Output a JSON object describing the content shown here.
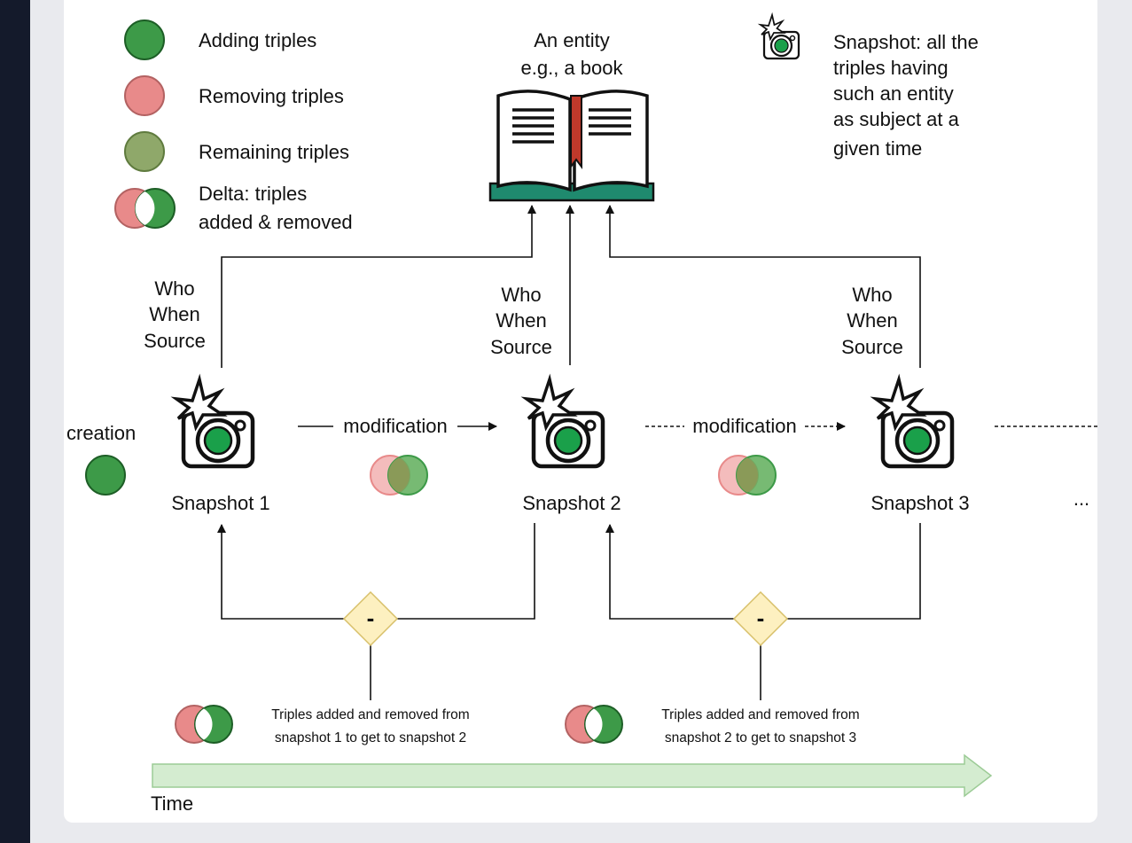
{
  "legend": {
    "adding": "Adding triples",
    "removing": "Removing triples",
    "remaining": "Remaining triples",
    "delta_line1": "Delta: triples",
    "delta_line2": "added & removed"
  },
  "entity": {
    "line1": "An entity",
    "line2": "e.g., a book"
  },
  "snapshot_legend": [
    "Snapshot: all the",
    "triples having",
    "such an entity",
    "as subject at a",
    "given time"
  ],
  "metadata": [
    "Who",
    "When",
    "Source"
  ],
  "creation_label": "creation",
  "modification_label": "modification",
  "snapshots": [
    "Snapshot 1",
    "Snapshot 2",
    "Snapshot 3"
  ],
  "ellipsis": "...",
  "minus": "-",
  "deltas": [
    {
      "line1": "Triples added and removed from",
      "line2": "snapshot 1 to get to snapshot 2"
    },
    {
      "line1": "Triples added and removed from",
      "line2": "snapshot 2 to get to snapshot 3"
    }
  ],
  "time_label": "Time",
  "colors": {
    "add": "#3d9a48",
    "remove": "#e88a8a",
    "remain": "#8fa86a",
    "book_teal": "#1f8a6e",
    "diamond": "#fdf0c0",
    "time_arrow": "#d4ecd0"
  }
}
